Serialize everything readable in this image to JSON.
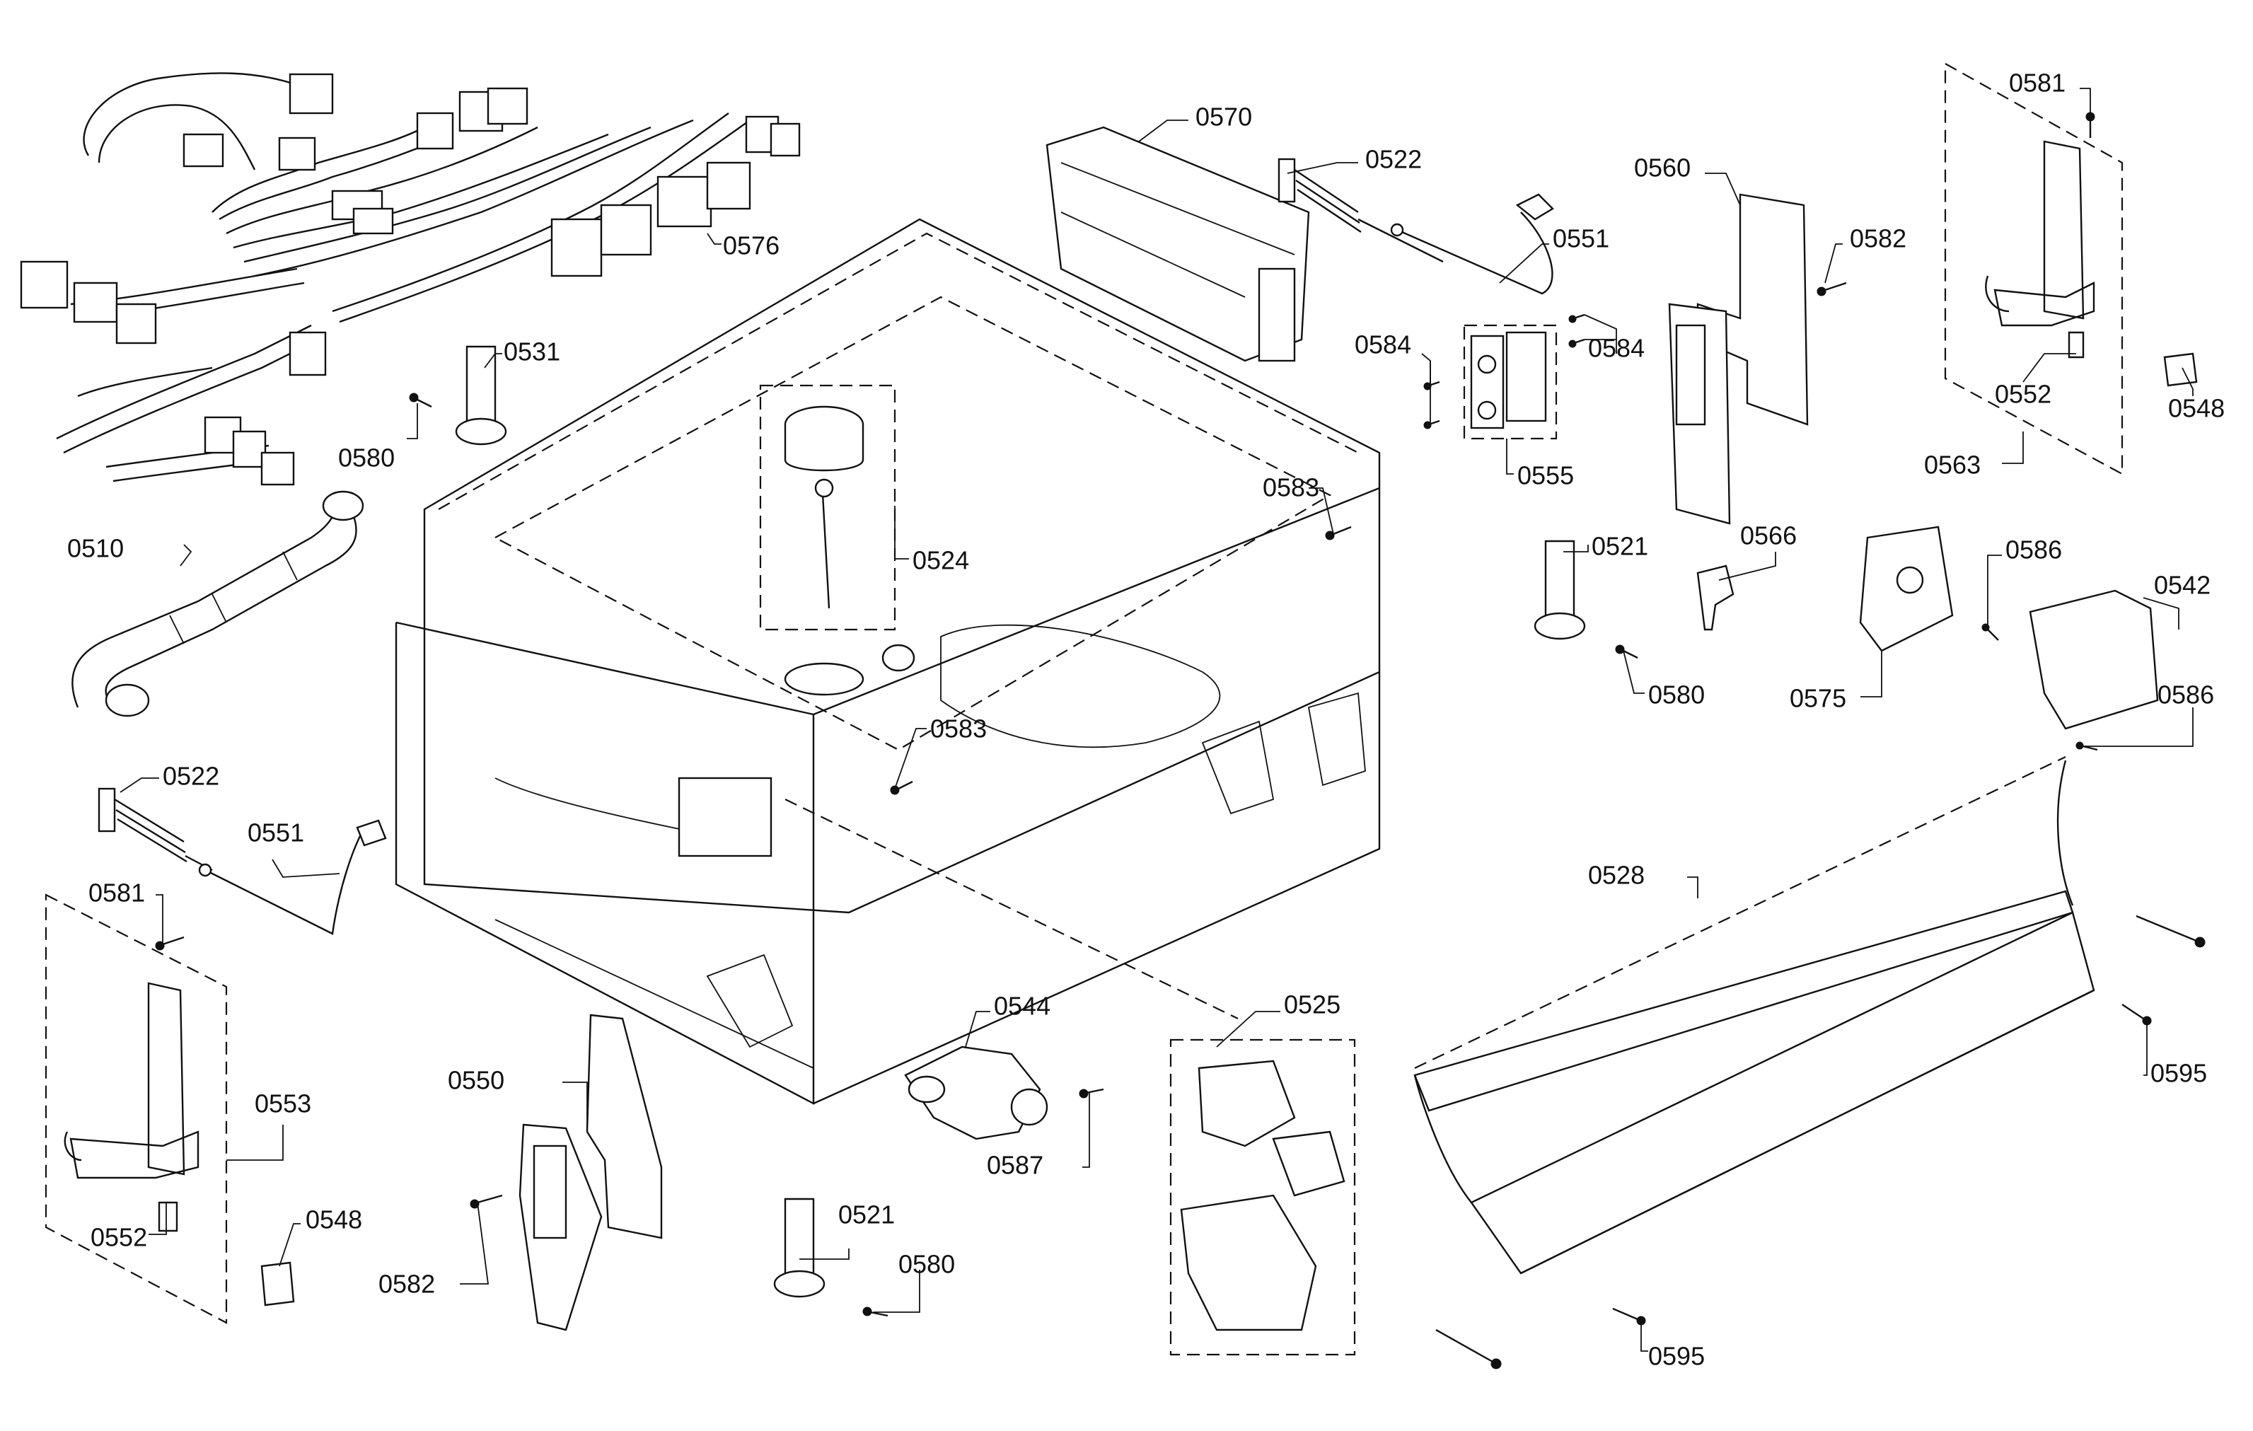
{
  "diagram": {
    "labels": [
      {
        "id": "p0576",
        "text": "0576"
      },
      {
        "id": "p0570",
        "text": "0570"
      },
      {
        "id": "p0522a",
        "text": "0522"
      },
      {
        "id": "p0551a",
        "text": "0551"
      },
      {
        "id": "p0560",
        "text": "0560"
      },
      {
        "id": "p0582a",
        "text": "0582"
      },
      {
        "id": "p0581a",
        "text": "0581"
      },
      {
        "id": "p0548a",
        "text": "0548"
      },
      {
        "id": "p0552a",
        "text": "0552"
      },
      {
        "id": "p0563",
        "text": "0563"
      },
      {
        "id": "p0531",
        "text": "0531"
      },
      {
        "id": "p0580a",
        "text": "0580"
      },
      {
        "id": "p0510",
        "text": "0510"
      },
      {
        "id": "p0524",
        "text": "0524"
      },
      {
        "id": "p0583a",
        "text": "0583"
      },
      {
        "id": "p0584a",
        "text": "0584"
      },
      {
        "id": "p0584b",
        "text": "0584"
      },
      {
        "id": "p0555",
        "text": "0555"
      },
      {
        "id": "p0521a",
        "text": "0521"
      },
      {
        "id": "p0566",
        "text": "0566"
      },
      {
        "id": "p0580b",
        "text": "0580"
      },
      {
        "id": "p0586a",
        "text": "0586"
      },
      {
        "id": "p0542",
        "text": "0542"
      },
      {
        "id": "p0575",
        "text": "0575"
      },
      {
        "id": "p0586b",
        "text": "0586"
      },
      {
        "id": "p0583b",
        "text": "0583"
      },
      {
        "id": "p0522b",
        "text": "0522"
      },
      {
        "id": "p0551b",
        "text": "0551"
      },
      {
        "id": "p0581b",
        "text": "0581"
      },
      {
        "id": "p0553",
        "text": "0553"
      },
      {
        "id": "p0552b",
        "text": "0552"
      },
      {
        "id": "p0548b",
        "text": "0548"
      },
      {
        "id": "p0550",
        "text": "0550"
      },
      {
        "id": "p0582b",
        "text": "0582"
      },
      {
        "id": "p0544",
        "text": "0544"
      },
      {
        "id": "p0587",
        "text": "0587"
      },
      {
        "id": "p0521b",
        "text": "0521"
      },
      {
        "id": "p0580c",
        "text": "0580"
      },
      {
        "id": "p0525",
        "text": "0525"
      },
      {
        "id": "p0528",
        "text": "0528"
      },
      {
        "id": "p0595a",
        "text": "0595"
      },
      {
        "id": "p0595b",
        "text": "0595"
      }
    ]
  }
}
